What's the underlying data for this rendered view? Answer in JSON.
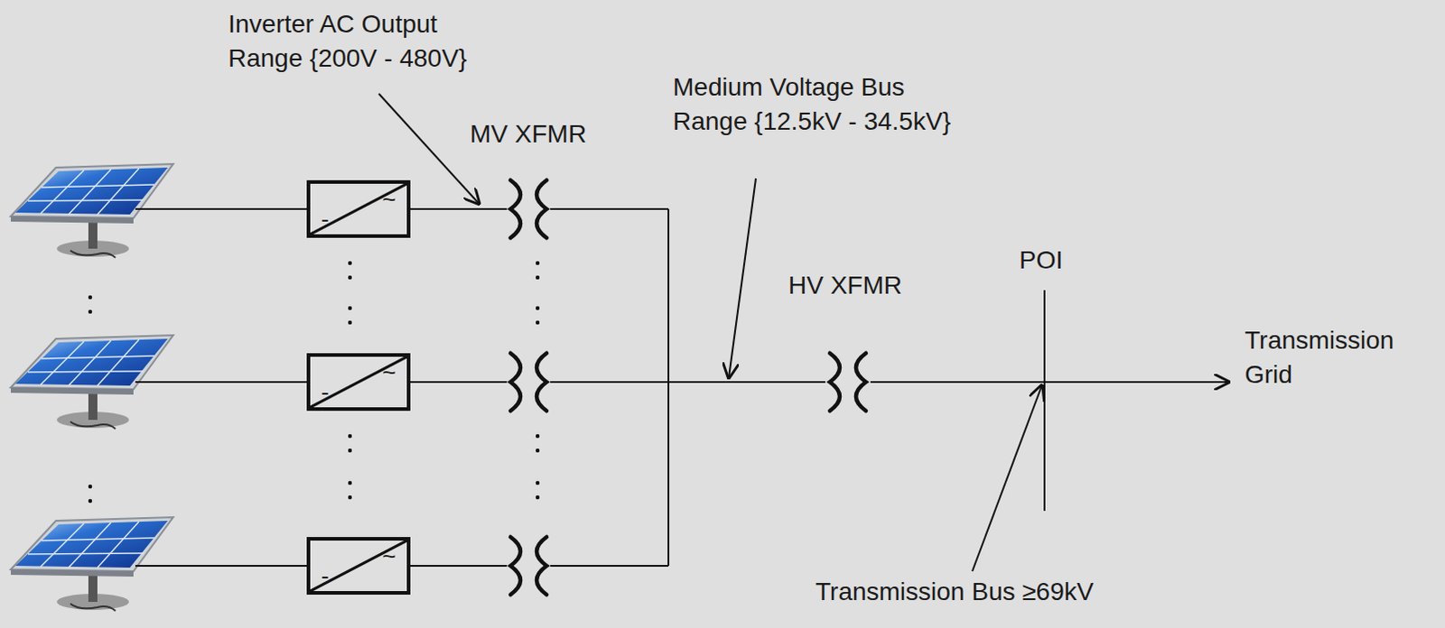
{
  "diagram": {
    "nodes": [
      {
        "text": [
          "-",
          "~"
        ]
      },
      {
        "text": [
          "-",
          "~"
        ]
      },
      {
        "text": [
          "-",
          "~"
        ]
      }
    ],
    "labels": [
      "Inverter AC Output Range {200V - 480V}",
      "MV XFMR",
      "Medium Voltage Bus Range {12.5kV - 34.5kV}",
      "HV XFMR",
      "POI",
      "Transmission Grid",
      "Transmission Bus ≥69kV"
    ]
  }
}
